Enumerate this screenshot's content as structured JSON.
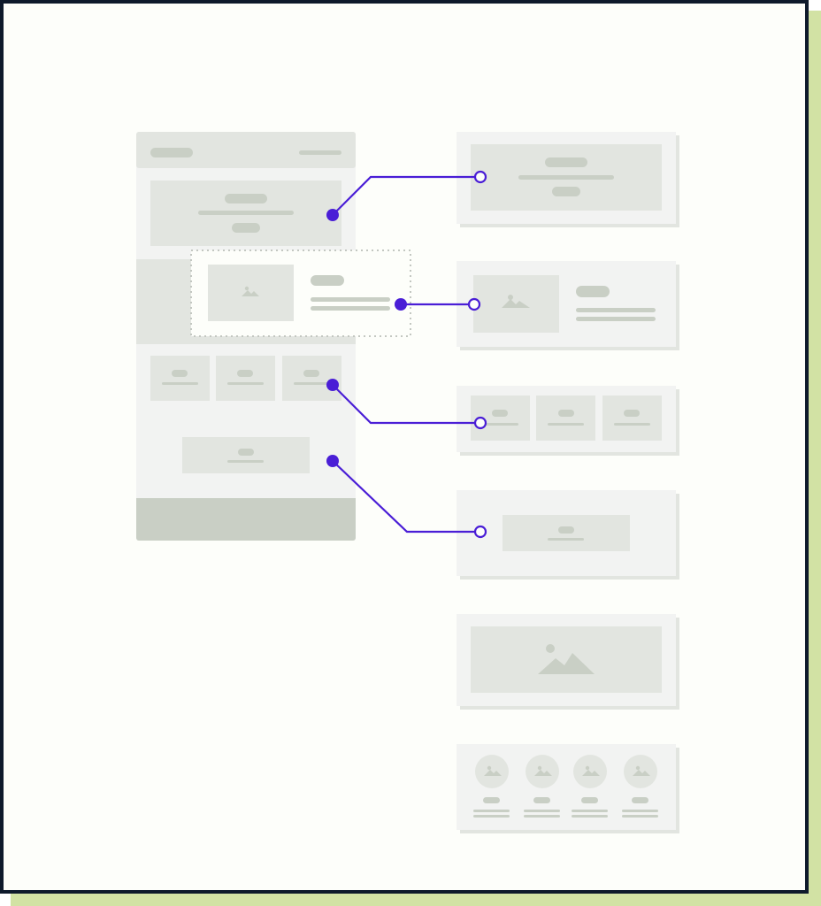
{
  "diagram": {
    "type": "page-to-component-wireframe-mapping",
    "colors": {
      "frame_border": "#0e1a2b",
      "frame_shadow": "#d2e2a4",
      "canvas": "#fdfefa",
      "connector": "#4a1ed6",
      "block_light": "#f2f3f2",
      "block_mid": "#e2e5e0",
      "placeholder": "#c9cfc5",
      "footer": "#c9cfc5"
    },
    "page_sections": [
      "header",
      "hero",
      "media-text",
      "three-columns",
      "callout",
      "footer"
    ],
    "components": [
      "hero",
      "media-text",
      "three-columns",
      "callout",
      "image-banner",
      "four-avatars"
    ],
    "connections": [
      {
        "from": "hero",
        "to": "hero"
      },
      {
        "from": "media-text",
        "to": "media-text"
      },
      {
        "from": "three-columns",
        "to": "three-columns"
      },
      {
        "from": "callout",
        "to": "callout"
      }
    ],
    "icons": [
      "image-icon"
    ]
  }
}
